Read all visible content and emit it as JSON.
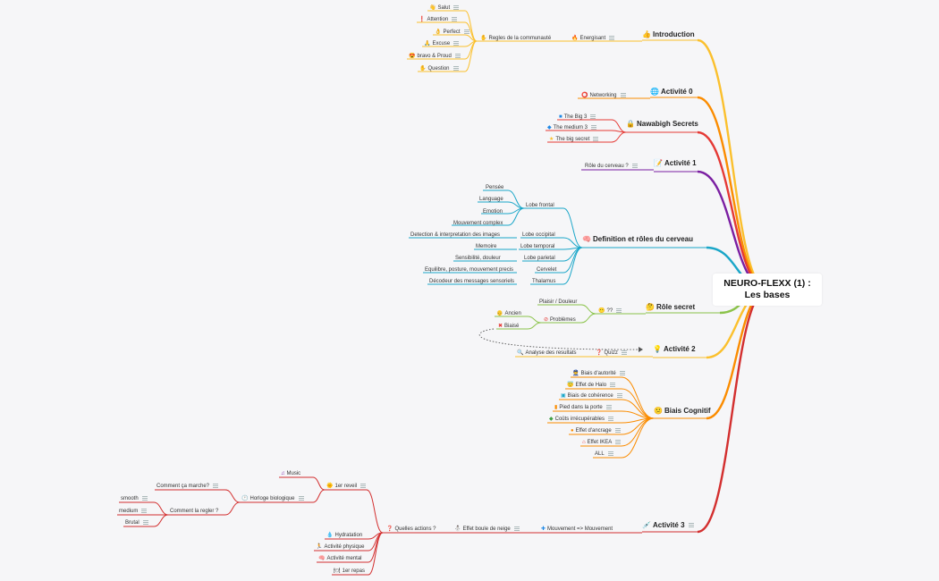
{
  "root": {
    "line1": "NEURO-FLEXX (1) :",
    "line2": "Les bases"
  },
  "colors": {
    "yellow": "#fbc02d",
    "orange": "#fb8c00",
    "red": "#e53935",
    "purple": "#7b1fa2",
    "cyan": "#1aa6c8",
    "green": "#8bc34a",
    "darkred": "#d32f2f"
  },
  "branches": {
    "introduction": {
      "label": "Introduction",
      "icon": "thumbs-up-icon",
      "glyph": "👍",
      "energisant": "Energisant",
      "regles": "Regles de la communauté",
      "items": [
        "Salut",
        "Attention",
        "Perfect",
        "Excuse",
        "bravo & Proud",
        "Question"
      ],
      "glyphs": [
        "👋",
        "❗",
        "👌",
        "🙏",
        "😍",
        "✋"
      ]
    },
    "activite0": {
      "label": "Activité 0",
      "glyph": "🌐",
      "networking": "Networking"
    },
    "nawabigh": {
      "label": "Nawabigh Secrets",
      "glyph": "🔒",
      "items": [
        "The Big 3",
        "The medium 3",
        "The big secret"
      ]
    },
    "activite1": {
      "label": "Activité 1",
      "glyph": "📝",
      "role": "Rôle du cerveau ?"
    },
    "definition": {
      "label": "Definition et rôles du cerveau",
      "glyph": "🧠",
      "lobe_frontal": "Lobe frontal",
      "frontal_items": [
        "Pensée",
        "Language",
        "Emotion",
        "Mouvement complex"
      ],
      "rows": [
        {
          "desc": "Detection & interpretation des images",
          "part": "Lobe occipital"
        },
        {
          "desc": "Memoire",
          "part": "Lobe temporal"
        },
        {
          "desc": "Sensibilité, douleur",
          "part": "Lobe parietal"
        },
        {
          "desc": "Equilibre, posture, mouvement precis",
          "part": "Cervelet"
        },
        {
          "desc": "Décodeur des messages sensoriels",
          "part": "Thalamus"
        }
      ]
    },
    "role_secret": {
      "label": "Rôle secret",
      "glyph": "🤔",
      "qq": "??",
      "plaisir": "Plaisir / Douleur",
      "problemes": "Problèmes",
      "ancien": "Ancien",
      "biaise": "Biaisé"
    },
    "activite2": {
      "label": "Activité 2",
      "glyph": "💡",
      "quizz": "Quizz",
      "analyse": "Analyse des resultats"
    },
    "biais": {
      "label": "Biais Cognitif",
      "glyph": "😕",
      "items": [
        "Biais d'autorité",
        "Effet de Halo",
        "Biais de cohérence",
        "Pied dans la porte",
        "Coûts irrécupérables",
        "Effet d'ancrage",
        "Effet IKEA",
        "ALL"
      ]
    },
    "activite3": {
      "label": "Activité 3",
      "glyph": "💉",
      "mouvement": "Mouvement => Mouvement",
      "boule": "Effet boule de neige",
      "actions": "Quelles actions ?",
      "reveil": "1er reveil",
      "music": "Music",
      "horloge": "Horloge biologique",
      "marche": "Comment ça marche?",
      "regler": "Comment la regler ?",
      "regler_items": [
        "smooth",
        "medium",
        "Brutal"
      ],
      "others": [
        "Hydratation",
        "Activité physique",
        "Activité mental",
        "1er repas"
      ]
    }
  }
}
